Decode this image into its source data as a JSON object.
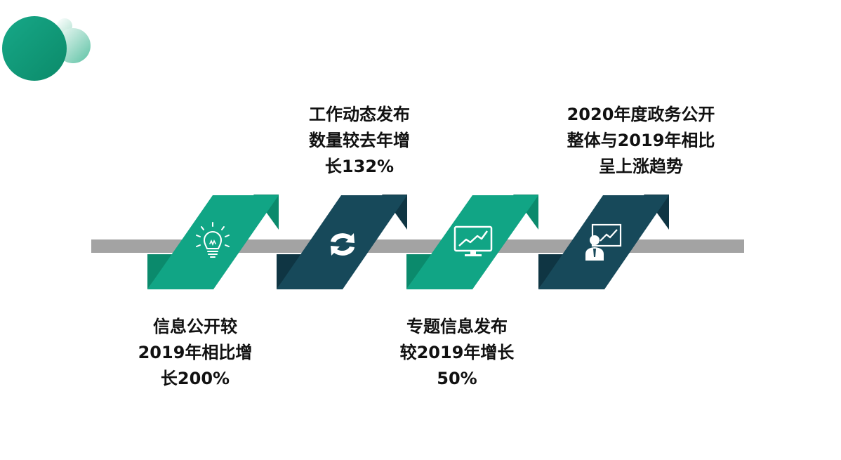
{
  "colors": {
    "teal": "#11a585",
    "teal_dark": "#0b8a6c",
    "navy": "#17495a",
    "navy_dark": "#0f3543",
    "bar": "#a3a3a3"
  },
  "steps": [
    {
      "icon": "lightbulb-icon",
      "color": "teal",
      "lines": [
        "信息公开较",
        "2019年相比增",
        "长200%"
      ]
    },
    {
      "icon": "refresh-arrows-icon",
      "color": "navy",
      "lines": [
        "工作动态发布",
        "数量较去年增",
        "长132%"
      ]
    },
    {
      "icon": "monitor-chart-icon",
      "color": "teal",
      "lines": [
        "专题信息发布",
        "较2019年增长",
        "50%"
      ]
    },
    {
      "icon": "presenter-chart-icon",
      "color": "navy",
      "lines": [
        "2020年度政务公开",
        "整体与2019年相比",
        "呈上涨趋势"
      ]
    }
  ]
}
